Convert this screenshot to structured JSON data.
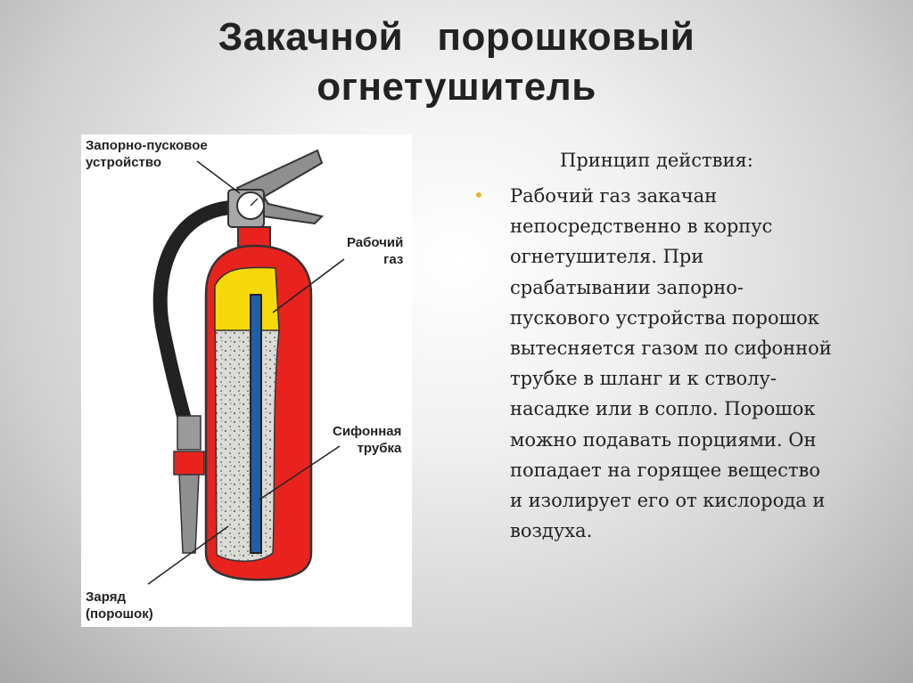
{
  "slide": {
    "title_line1": "Закачной   порошковый",
    "title_line2": "огнетушитель"
  },
  "diagram": {
    "labels": {
      "valve": "Запорно-пусковое\nустройство",
      "gas": "Рабочий\nгаз",
      "siphon": "Сифонная\nтрубка",
      "charge": "Заряд\n(порошок)"
    },
    "colors": {
      "body": "#e8231e",
      "gas": "#f5d90a",
      "powder": "#dcdcd6",
      "siphon_tube": "#1f5ea8",
      "hose": "#222222",
      "metal": "#8f8f8f"
    }
  },
  "text": {
    "principle_title": "Принцип действия:",
    "bullet_lines": [
      "Рабочий газ закачан",
      "непосредственно в корпус",
      "огнетушителя. При",
      "срабатывании запорно-",
      "пускового устройства порошок",
      "вытесняется газом по сифонной",
      "трубке в шланг и к стволу-",
      "насадке или в сопло. Порошок",
      "можно подавать порциями. Он",
      "попадает на горящее вещество",
      "и изолирует его от кислорода и",
      "воздуха."
    ],
    "bullet_color": "#e2b325"
  }
}
